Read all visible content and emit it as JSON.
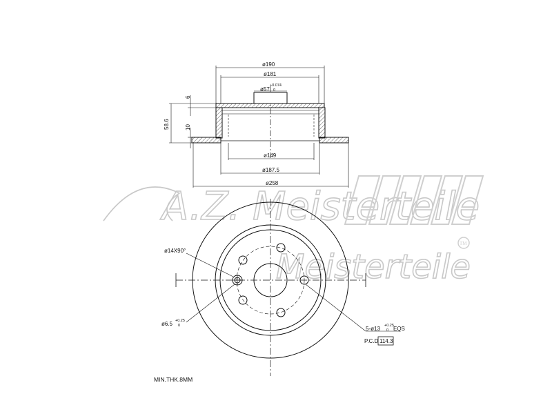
{
  "side_view": {
    "d_outer_hat": "ø190",
    "d_inner_hat": "ø181",
    "d_bore": "ø57",
    "d_bore_tol_upper": "+0.074",
    "d_bore_tol_lower": "0",
    "d_149": "ø149",
    "d_187": "ø187.5",
    "d_258": "ø258",
    "h_total": "58.6",
    "h_6": "6",
    "h_10": "10"
  },
  "front_view": {
    "chamfer": "ø14X90°",
    "pin_hole": "ø6.5",
    "pin_tol_upper": "+0.25",
    "pin_tol_lower": "0",
    "bolt_holes": "5-ø13",
    "bolt_tol_upper": "+0.25",
    "bolt_tol_lower": "0",
    "bolt_eqs": "EQS",
    "pcd_label": "P.C.D",
    "pcd_value": "114.3"
  },
  "notes": {
    "min_thickness": "MIN.THK.8MM"
  },
  "watermark": {
    "brand": "A.Z. Meisterteile",
    "trademark": "TM"
  }
}
